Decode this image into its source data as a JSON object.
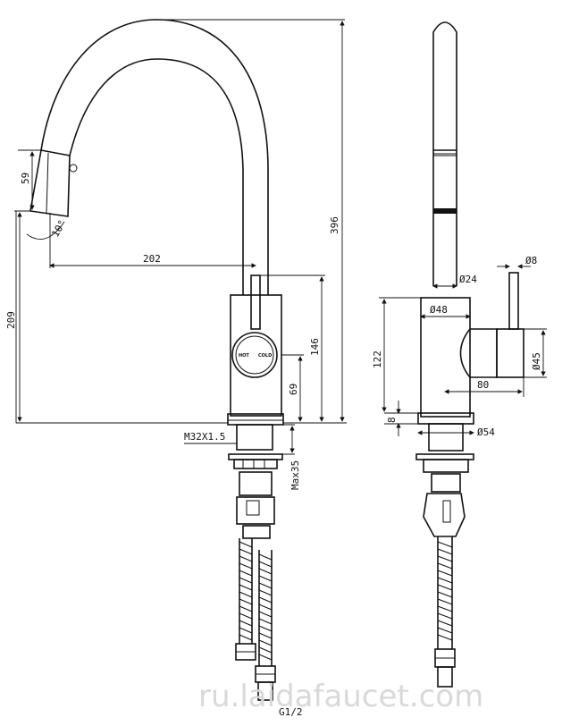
{
  "dimensions": {
    "spray_head_length": "59",
    "spray_angle": "10°",
    "reach": "202",
    "total_height": "396",
    "spout_base_height": "209",
    "body_height": "146",
    "handle_height": "69",
    "thread": "M32X1.5",
    "max_thickness": "Max35",
    "inlet": "G1/2",
    "spout_diameter": "Ø24",
    "lever_diameter": "Ø8",
    "body_diameter": "Ø48",
    "handle_diameter": "Ø45",
    "side_height": "122",
    "handle_reach": "80",
    "base_height": "8",
    "base_diameter": "Ø54"
  },
  "handle_labels": {
    "hot": "HOT",
    "cold": "COLD"
  },
  "watermark": "ru.laidafaucet.com"
}
